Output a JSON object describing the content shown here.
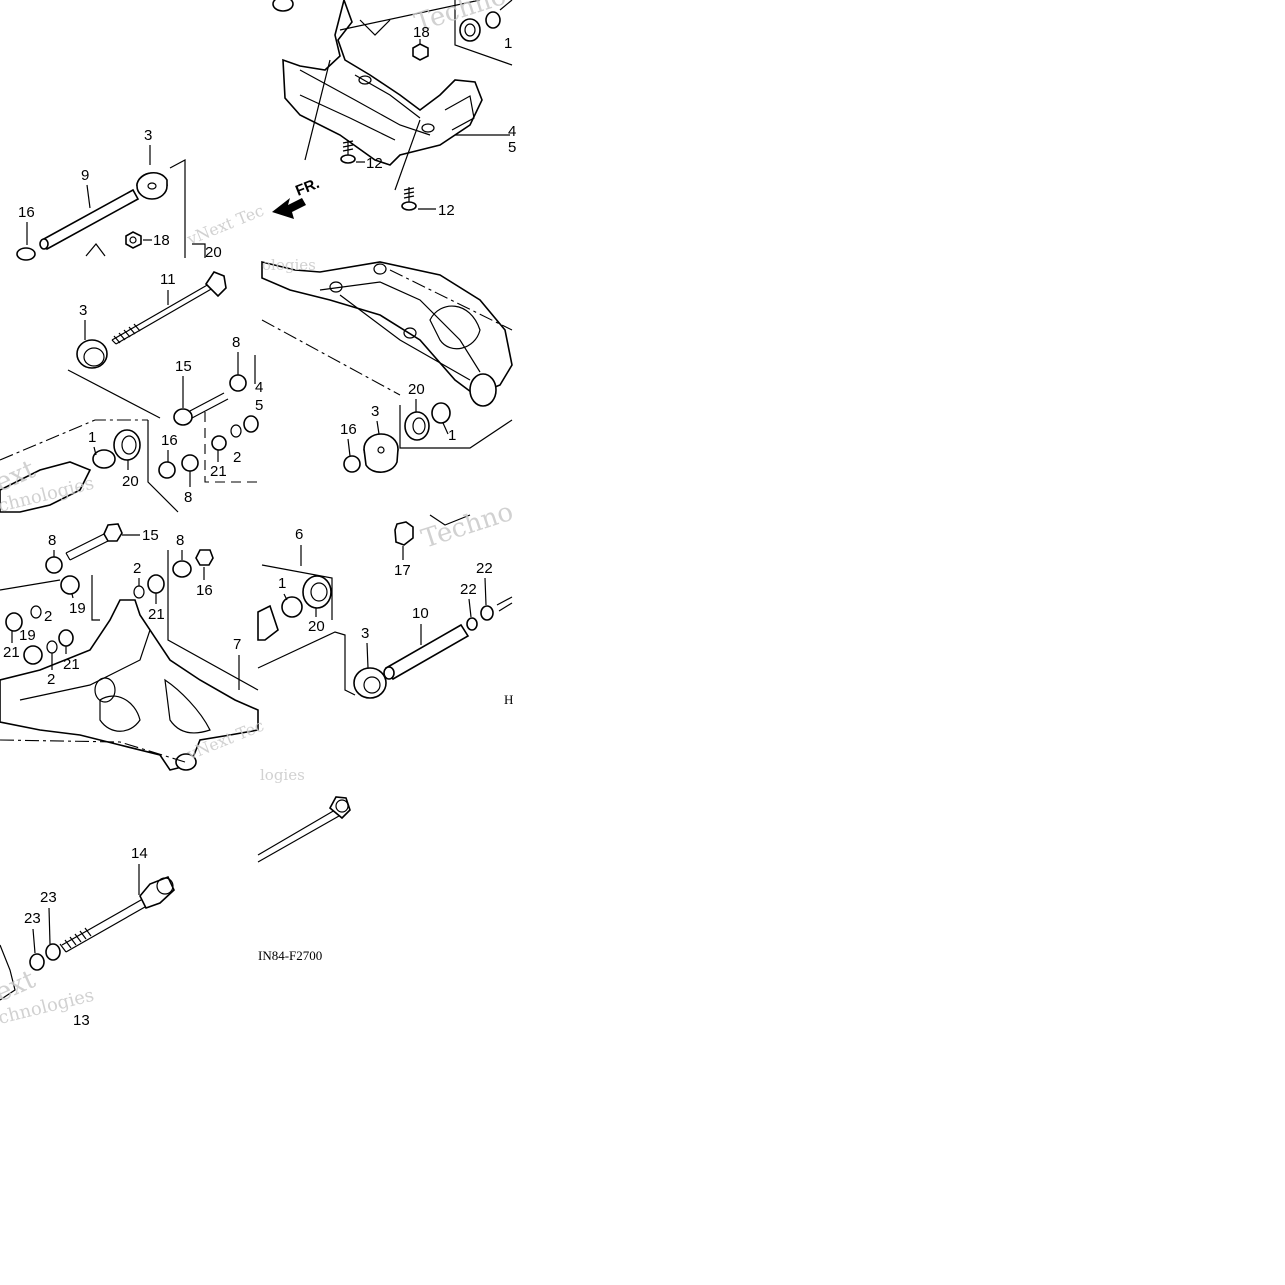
{
  "diagram": {
    "fr_label": "FR.",
    "part_code": "IN84-F2700",
    "part_code_fragment": "H",
    "watermarks": {
      "w1": "Techno",
      "w2": "vNext Tec",
      "w3": "ologies",
      "w4": "ext",
      "w5": "chnologies",
      "w6": "Techno",
      "w7": "vNext Tec",
      "w8": "logies",
      "w9": "ext",
      "w10": "chnologies"
    },
    "callouts": [
      {
        "id": "c18a",
        "label": "18"
      },
      {
        "id": "c1a",
        "label": "1"
      },
      {
        "id": "c4a",
        "label": "4"
      },
      {
        "id": "c5a",
        "label": "5"
      },
      {
        "id": "c12a",
        "label": "12"
      },
      {
        "id": "c12b",
        "label": "12"
      },
      {
        "id": "c3a",
        "label": "3"
      },
      {
        "id": "c9",
        "label": "9"
      },
      {
        "id": "c16a",
        "label": "16"
      },
      {
        "id": "c18b",
        "label": "18"
      },
      {
        "id": "c20a",
        "label": "20"
      },
      {
        "id": "c11",
        "label": "11"
      },
      {
        "id": "c3b",
        "label": "3"
      },
      {
        "id": "c8a",
        "label": "8"
      },
      {
        "id": "c15a",
        "label": "15"
      },
      {
        "id": "c4b",
        "label": "4"
      },
      {
        "id": "c5b",
        "label": "5"
      },
      {
        "id": "c1b",
        "label": "1"
      },
      {
        "id": "c16b",
        "label": "16"
      },
      {
        "id": "c20b",
        "label": "20"
      },
      {
        "id": "c2a",
        "label": "2"
      },
      {
        "id": "c21a",
        "label": "21"
      },
      {
        "id": "c8b",
        "label": "8"
      },
      {
        "id": "c20c",
        "label": "20"
      },
      {
        "id": "c3c",
        "label": "3"
      },
      {
        "id": "c16c",
        "label": "16"
      },
      {
        "id": "c1c",
        "label": "1"
      },
      {
        "id": "c8c",
        "label": "8"
      },
      {
        "id": "c15b",
        "label": "15"
      },
      {
        "id": "c8d",
        "label": "8"
      },
      {
        "id": "c2b",
        "label": "2"
      },
      {
        "id": "c16d",
        "label": "16"
      },
      {
        "id": "c19a",
        "label": "19"
      },
      {
        "id": "c2c",
        "label": "2"
      },
      {
        "id": "c21b",
        "label": "21"
      },
      {
        "id": "c19b",
        "label": "19"
      },
      {
        "id": "c21c",
        "label": "21"
      },
      {
        "id": "c21d",
        "label": "21"
      },
      {
        "id": "c2d",
        "label": "2"
      },
      {
        "id": "c7",
        "label": "7"
      },
      {
        "id": "c6",
        "label": "6"
      },
      {
        "id": "c1d",
        "label": "1"
      },
      {
        "id": "c20d",
        "label": "20"
      },
      {
        "id": "c17",
        "label": "17"
      },
      {
        "id": "c22a",
        "label": "22"
      },
      {
        "id": "c22b",
        "label": "22"
      },
      {
        "id": "c10",
        "label": "10"
      },
      {
        "id": "c3d",
        "label": "3"
      },
      {
        "id": "c14",
        "label": "14"
      },
      {
        "id": "c23a",
        "label": "23"
      },
      {
        "id": "c23b",
        "label": "23"
      },
      {
        "id": "c13",
        "label": "13"
      }
    ]
  }
}
